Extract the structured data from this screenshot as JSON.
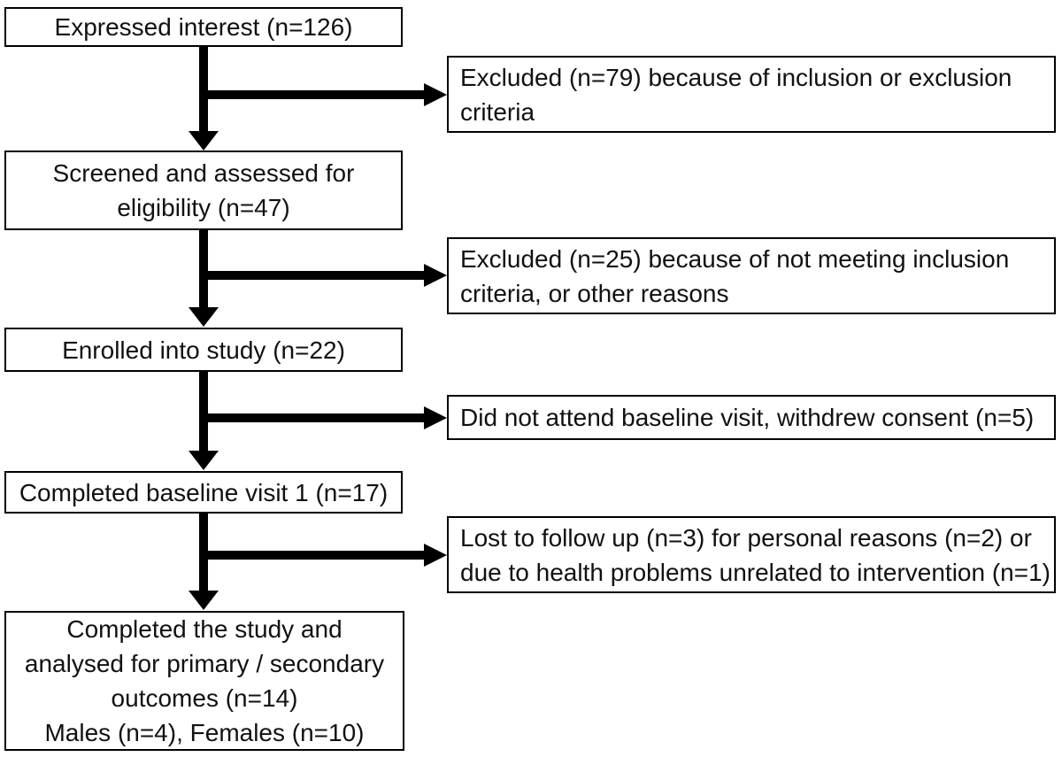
{
  "flow": {
    "main_boxes": [
      {
        "id": "expressed-interest",
        "lines": [
          "Expressed interest (n=126)"
        ]
      },
      {
        "id": "screened-assessed",
        "lines": [
          "Screened and assessed for",
          "eligibility (n=47)"
        ]
      },
      {
        "id": "enrolled",
        "lines": [
          "Enrolled into study (n=22)"
        ]
      },
      {
        "id": "baseline-visit",
        "lines": [
          "Completed baseline visit 1 (n=17)"
        ]
      },
      {
        "id": "completed-study",
        "lines": [
          "Completed the study and",
          "analysed for primary / secondary",
          "outcomes (n=14)",
          "Males (n=4), Females (n=10)"
        ]
      }
    ],
    "side_boxes": [
      {
        "id": "excluded-79",
        "lines": [
          "Excluded (n=79) because of inclusion or exclusion",
          "criteria"
        ]
      },
      {
        "id": "excluded-25",
        "lines": [
          "Excluded (n=25) because of not meeting inclusion",
          "criteria, or other reasons"
        ]
      },
      {
        "id": "did-not-attend",
        "lines": [
          "Did not attend baseline visit, withdrew consent (n=5)"
        ]
      },
      {
        "id": "lost-to-follow-up",
        "lines": [
          "Lost to follow up (n=3) for personal reasons (n=2) or",
          "due to health problems unrelated to intervention (n=1)"
        ]
      }
    ],
    "colors": {
      "background": "#ffffff",
      "box_border": "#000000",
      "text": "#111111",
      "arrow": "#000000"
    }
  }
}
